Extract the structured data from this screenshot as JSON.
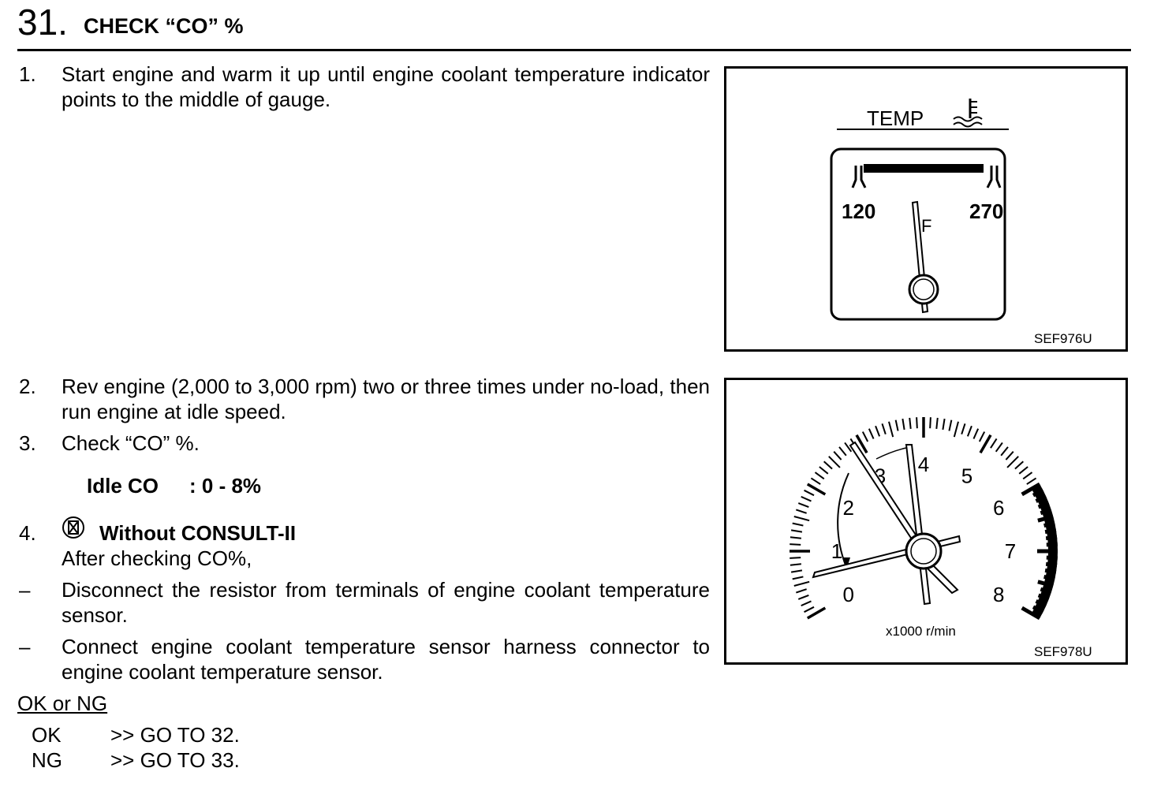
{
  "header": {
    "number": "31.",
    "title": "CHECK “CO” %"
  },
  "steps": [
    {
      "number": "1.",
      "text": "Start engine and warm it up until engine coolant temperature indicator points to the middle of gauge."
    },
    {
      "number": "2.",
      "text": "Rev engine (2,000 to 3,000 rpm) two or three times under no-load, then run engine at idle speed."
    },
    {
      "number": "3.",
      "text": "Check “CO” %."
    },
    {
      "number": "4.",
      "title": "Without CONSULT-II",
      "icon": "consult-ii-crossed-icon",
      "text": "After checking CO%,"
    }
  ],
  "spec": {
    "label": "Idle CO",
    "value": ": 0 - 8%"
  },
  "substeps": [
    {
      "marker": "–",
      "text": "Disconnect the resistor from terminals of engine coolant temperature sensor."
    },
    {
      "marker": "–",
      "text": "Connect engine coolant temperature sensor harness connector to engine coolant temperature sensor."
    }
  ],
  "decision": {
    "title": "OK or NG",
    "results": [
      {
        "key": "OK",
        "action": ">> GO TO 32."
      },
      {
        "key": "NG",
        "action": ">> GO TO 33."
      }
    ]
  },
  "figures": {
    "temp": {
      "label": "TEMP",
      "left_value": "120",
      "right_value": "270",
      "needle_letter": "F",
      "code": "SEF976U",
      "icon": "coolant-temperature-icon"
    },
    "tacho": {
      "numbers": [
        "0",
        "1",
        "2",
        "3",
        "4",
        "5",
        "6",
        "7",
        "8"
      ],
      "unit": "x1000 r/min",
      "code": "SEF978U"
    }
  }
}
